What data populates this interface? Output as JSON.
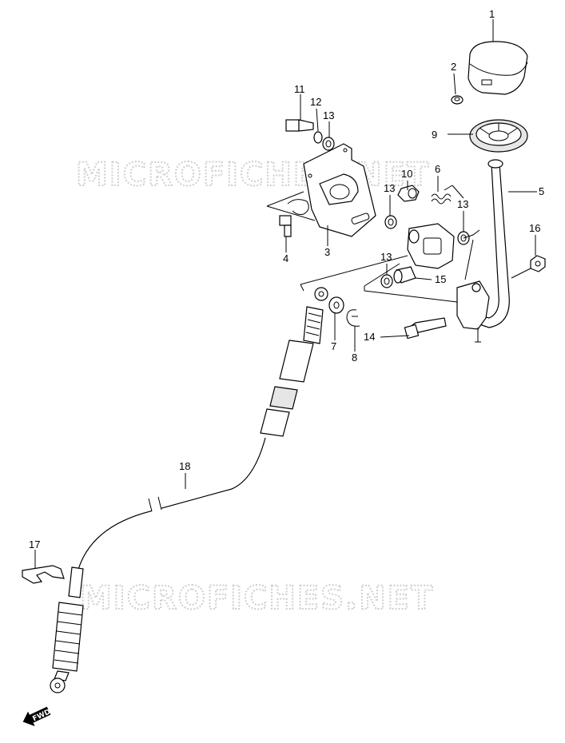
{
  "watermarks": [
    "MICROFICHES.NET",
    "MICROFICHES.NET"
  ],
  "callouts": [
    {
      "id": "c1",
      "label": "1"
    },
    {
      "id": "c2",
      "label": "2"
    },
    {
      "id": "c3",
      "label": "3"
    },
    {
      "id": "c4",
      "label": "4"
    },
    {
      "id": "c5",
      "label": "5"
    },
    {
      "id": "c6",
      "label": "6"
    },
    {
      "id": "c7",
      "label": "7"
    },
    {
      "id": "c8",
      "label": "8"
    },
    {
      "id": "c9",
      "label": "9"
    },
    {
      "id": "c10",
      "label": "10"
    },
    {
      "id": "c11",
      "label": "11"
    },
    {
      "id": "c12",
      "label": "12"
    },
    {
      "id": "c13a",
      "label": "13"
    },
    {
      "id": "c13b",
      "label": "13"
    },
    {
      "id": "c13c",
      "label": "13"
    },
    {
      "id": "c13d",
      "label": "13"
    },
    {
      "id": "c14",
      "label": "14"
    },
    {
      "id": "c15",
      "label": "15"
    },
    {
      "id": "c16",
      "label": "16"
    },
    {
      "id": "c17",
      "label": "17"
    },
    {
      "id": "c18",
      "label": "18"
    }
  ],
  "fwd_badge": {
    "label": "FWD"
  }
}
